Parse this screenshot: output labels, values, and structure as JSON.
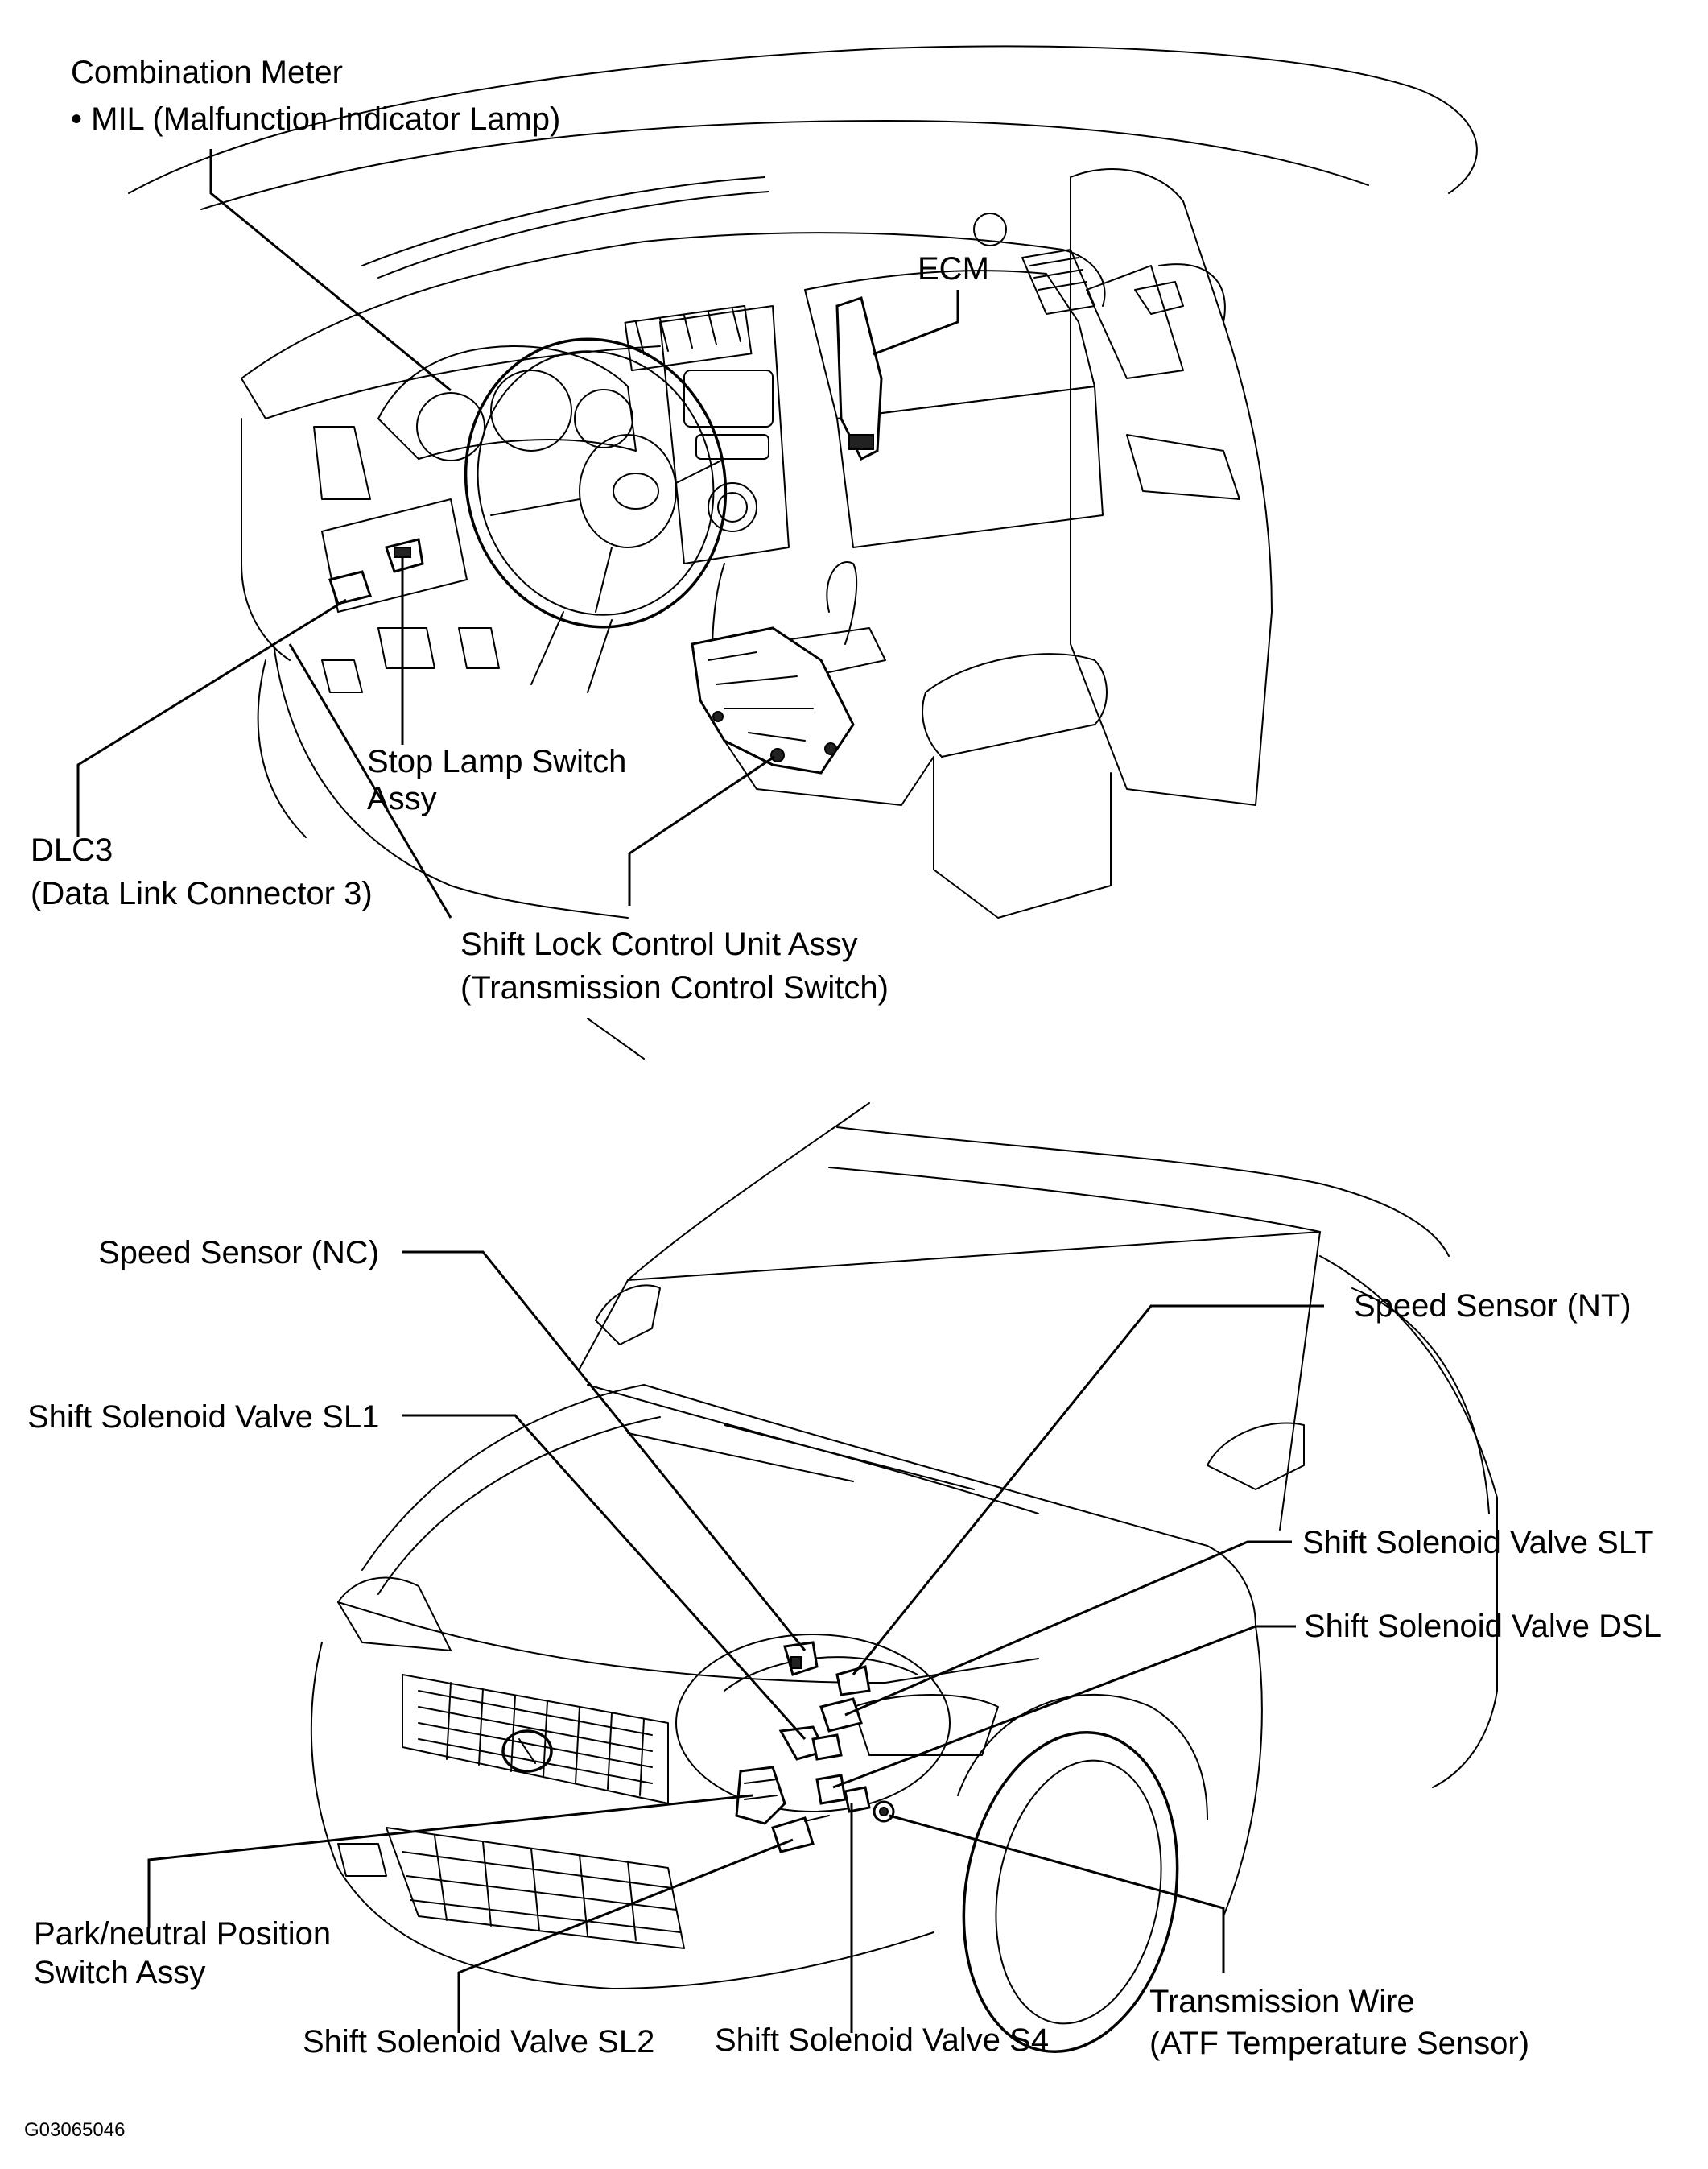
{
  "interior": {
    "combination_meter": "Combination Meter",
    "mil": "• MIL (Malfunction Indicator Lamp)",
    "ecm": "ECM",
    "stop_lamp_line1": "Stop Lamp Switch",
    "stop_lamp_line2": "Assy",
    "dlc3_line1": "DLC3",
    "dlc3_line2": "(Data Link Connector 3)",
    "shift_lock_line1": "Shift Lock Control Unit Assy",
    "shift_lock_line2": "(Transmission Control Switch)"
  },
  "engine": {
    "speed_sensor_nc": "Speed Sensor (NC)",
    "speed_sensor_nt": "Speed Sensor (NT)",
    "sl1": "Shift Solenoid Valve SL1",
    "slt": "Shift Solenoid Valve SLT",
    "dsl": "Shift Solenoid Valve DSL",
    "park_neutral_line1": "Park/neutral Position",
    "park_neutral_line2": "Switch Assy",
    "sl2": "Shift Solenoid Valve SL2",
    "s4": "Shift Solenoid Valve S4",
    "trans_wire_line1": "Transmission Wire",
    "trans_wire_line2": "(ATF Temperature Sensor)"
  },
  "figure_code": "G03065046"
}
